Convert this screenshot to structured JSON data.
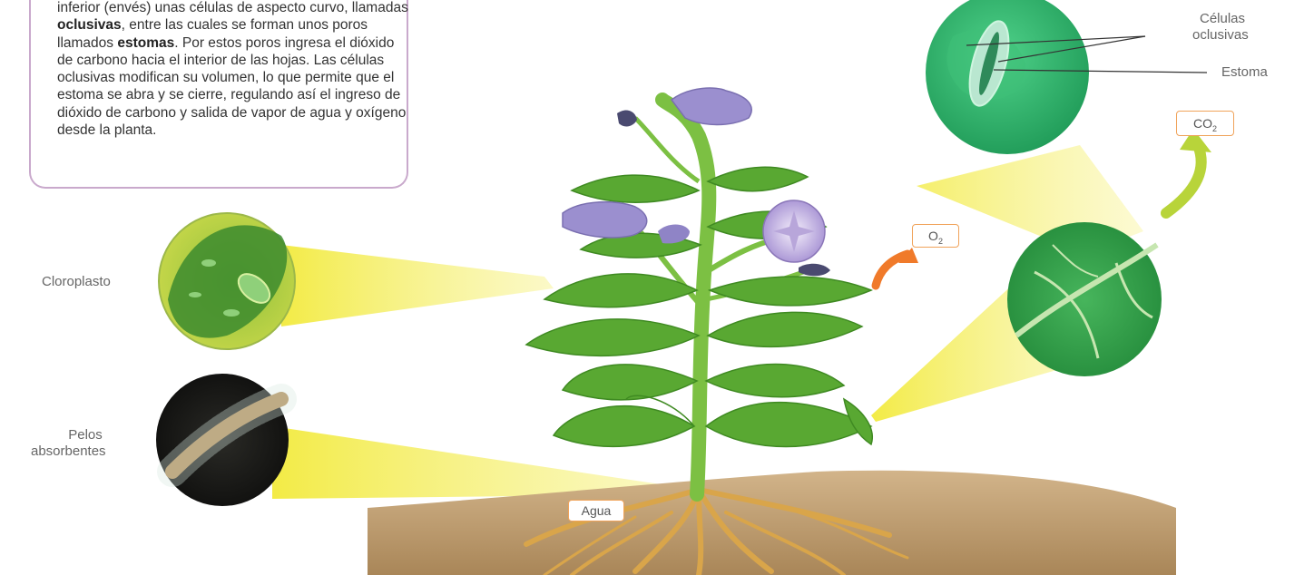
{
  "description": {
    "parts": [
      {
        "text": "inferior (envés) unas células de aspecto curvo, llamadas ",
        "bold": false
      },
      {
        "text": "oclusivas",
        "bold": true
      },
      {
        "text": ", entre las cuales se forman unos poros llamados ",
        "bold": false
      },
      {
        "text": "estomas",
        "bold": true
      },
      {
        "text": ". Por estos poros ingresa el dióxido de carbono hacia el interior de las hojas. Las células oclusivas modifican su volumen, lo que permite que el estoma se abra y se cierre, regulando así el ingreso de dióxido de carbono y salida de vapor de agua y oxígeno desde la planta.",
        "bold": false
      }
    ]
  },
  "labels": {
    "cloroplasto": "Cloroplasto",
    "pelos_line1": "Pelos",
    "pelos_line2": "absorbentes",
    "celulas_line1": "Células",
    "celulas_line2": "oclusivas",
    "estoma": "Estoma",
    "agua": "Agua",
    "o2": "O",
    "o2_sub": "2",
    "co2": "CO",
    "co2_sub": "2"
  },
  "colors": {
    "box_border": "#c9a9cc",
    "callout_border": "#f0a35a",
    "beam": "#f4ee5a",
    "soil": "#c6a87c",
    "stem": "#7cc043",
    "leaf": "#59a832",
    "flower": "#9b8fcf",
    "root": "#d9a54a",
    "arrow_o2": "#f07a2a",
    "arrow_co2": "#b8d43a"
  }
}
